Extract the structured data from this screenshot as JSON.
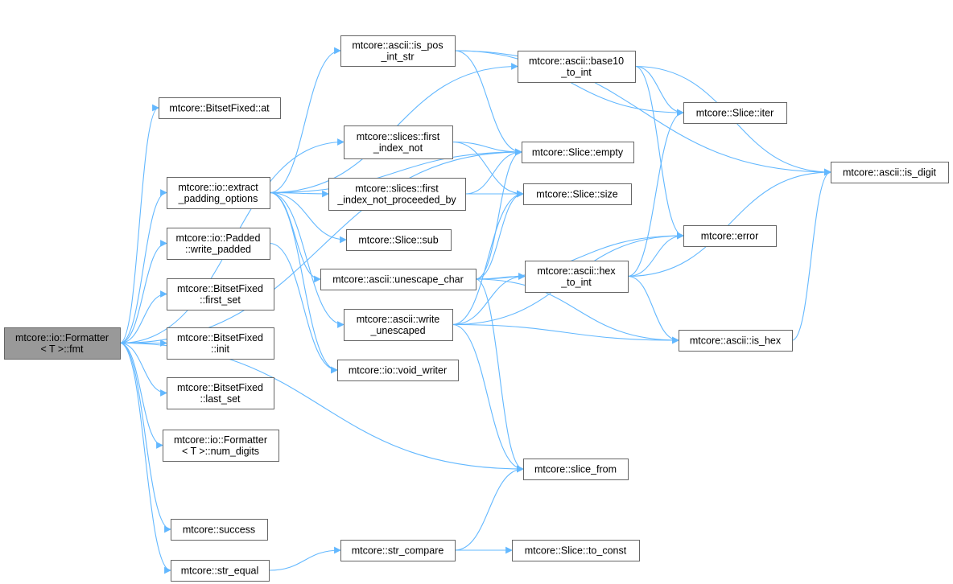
{
  "diagram": {
    "type": "call-graph",
    "edge_color": "#63b8ff",
    "root_fill": "#999999",
    "node_fill": "#ffffff",
    "node_border": "#666666",
    "nodes": [
      {
        "id": "fmt",
        "lines": [
          "mtcore::io::Formatter",
          "< T >::fmt"
        ],
        "root": true
      },
      {
        "id": "at",
        "lines": [
          "mtcore::BitsetFixed::at"
        ]
      },
      {
        "id": "extract",
        "lines": [
          "mtcore::io::extract",
          "_padding_options"
        ]
      },
      {
        "id": "write_padded",
        "lines": [
          "mtcore::io::Padded",
          "::write_padded"
        ]
      },
      {
        "id": "first_set",
        "lines": [
          "mtcore::BitsetFixed",
          "::first_set"
        ]
      },
      {
        "id": "init",
        "lines": [
          "mtcore::BitsetFixed",
          "::init"
        ]
      },
      {
        "id": "last_set",
        "lines": [
          "mtcore::BitsetFixed",
          "::last_set"
        ]
      },
      {
        "id": "num_digits",
        "lines": [
          "mtcore::io::Formatter",
          "< T >::num_digits"
        ]
      },
      {
        "id": "success",
        "lines": [
          "mtcore::success"
        ]
      },
      {
        "id": "str_equal",
        "lines": [
          "mtcore::str_equal"
        ]
      },
      {
        "id": "is_pos_int_str",
        "lines": [
          "mtcore::ascii::is_pos",
          "_int_str"
        ]
      },
      {
        "id": "first_index_not",
        "lines": [
          "mtcore::slices::first",
          "_index_not"
        ]
      },
      {
        "id": "first_index_npb",
        "lines": [
          "mtcore::slices::first",
          "_index_not_proceeded_by"
        ]
      },
      {
        "id": "slice_sub",
        "lines": [
          "mtcore::Slice::sub"
        ]
      },
      {
        "id": "unescape_char",
        "lines": [
          "mtcore::ascii::unescape_char"
        ]
      },
      {
        "id": "write_unescaped",
        "lines": [
          "mtcore::ascii::write",
          "_unescaped"
        ]
      },
      {
        "id": "void_writer",
        "lines": [
          "mtcore::io::void_writer"
        ]
      },
      {
        "id": "str_compare",
        "lines": [
          "mtcore::str_compare"
        ]
      },
      {
        "id": "base10_to_int",
        "lines": [
          "mtcore::ascii::base10",
          "_to_int"
        ]
      },
      {
        "id": "slice_empty",
        "lines": [
          "mtcore::Slice::empty"
        ]
      },
      {
        "id": "slice_size",
        "lines": [
          "mtcore::Slice::size"
        ]
      },
      {
        "id": "hex_to_int",
        "lines": [
          "mtcore::ascii::hex",
          "_to_int"
        ]
      },
      {
        "id": "slice_from",
        "lines": [
          "mtcore::slice_from"
        ]
      },
      {
        "id": "to_const",
        "lines": [
          "mtcore::Slice::to_const"
        ]
      },
      {
        "id": "slice_iter",
        "lines": [
          "mtcore::Slice::iter"
        ]
      },
      {
        "id": "error",
        "lines": [
          "mtcore::error"
        ]
      },
      {
        "id": "is_hex",
        "lines": [
          "mtcore::ascii::is_hex"
        ]
      },
      {
        "id": "is_digit",
        "lines": [
          "mtcore::ascii::is_digit"
        ]
      }
    ],
    "edges": [
      {
        "from": "fmt",
        "to": "at"
      },
      {
        "from": "fmt",
        "to": "extract"
      },
      {
        "from": "fmt",
        "to": "write_padded"
      },
      {
        "from": "fmt",
        "to": "first_set"
      },
      {
        "from": "fmt",
        "to": "init"
      },
      {
        "from": "fmt",
        "to": "last_set"
      },
      {
        "from": "fmt",
        "to": "num_digits"
      },
      {
        "from": "fmt",
        "to": "success"
      },
      {
        "from": "fmt",
        "to": "str_equal"
      },
      {
        "from": "fmt",
        "to": "slice_from"
      },
      {
        "from": "fmt",
        "to": "first_index_not"
      },
      {
        "from": "fmt",
        "to": "slice_empty"
      },
      {
        "from": "extract",
        "to": "is_pos_int_str"
      },
      {
        "from": "extract",
        "to": "base10_to_int"
      },
      {
        "from": "extract",
        "to": "slice_empty"
      },
      {
        "from": "extract",
        "to": "first_index_npb"
      },
      {
        "from": "extract",
        "to": "slice_sub"
      },
      {
        "from": "extract",
        "to": "unescape_char"
      },
      {
        "from": "extract",
        "to": "write_unescaped"
      },
      {
        "from": "extract",
        "to": "void_writer"
      },
      {
        "from": "write_padded",
        "to": "void_writer"
      },
      {
        "from": "is_pos_int_str",
        "to": "slice_iter"
      },
      {
        "from": "is_pos_int_str",
        "to": "is_digit"
      },
      {
        "from": "is_pos_int_str",
        "to": "slice_empty"
      },
      {
        "from": "first_index_not",
        "to": "slice_empty"
      },
      {
        "from": "first_index_not",
        "to": "slice_size"
      },
      {
        "from": "first_index_npb",
        "to": "slice_empty"
      },
      {
        "from": "first_index_npb",
        "to": "slice_size"
      },
      {
        "from": "unescape_char",
        "to": "slice_empty"
      },
      {
        "from": "unescape_char",
        "to": "slice_size"
      },
      {
        "from": "unescape_char",
        "to": "error"
      },
      {
        "from": "unescape_char",
        "to": "hex_to_int"
      },
      {
        "from": "unescape_char",
        "to": "is_hex"
      },
      {
        "from": "unescape_char",
        "to": "slice_from"
      },
      {
        "from": "write_unescaped",
        "to": "slice_size"
      },
      {
        "from": "write_unescaped",
        "to": "hex_to_int"
      },
      {
        "from": "write_unescaped",
        "to": "error"
      },
      {
        "from": "write_unescaped",
        "to": "is_hex"
      },
      {
        "from": "write_unescaped",
        "to": "slice_from"
      },
      {
        "from": "str_equal",
        "to": "str_compare"
      },
      {
        "from": "str_compare",
        "to": "slice_from"
      },
      {
        "from": "str_compare",
        "to": "to_const"
      },
      {
        "from": "base10_to_int",
        "to": "slice_iter"
      },
      {
        "from": "base10_to_int",
        "to": "is_digit"
      },
      {
        "from": "base10_to_int",
        "to": "error"
      },
      {
        "from": "hex_to_int",
        "to": "slice_iter"
      },
      {
        "from": "hex_to_int",
        "to": "error"
      },
      {
        "from": "hex_to_int",
        "to": "is_hex"
      },
      {
        "from": "hex_to_int",
        "to": "is_digit"
      },
      {
        "from": "is_hex",
        "to": "is_digit"
      }
    ]
  }
}
